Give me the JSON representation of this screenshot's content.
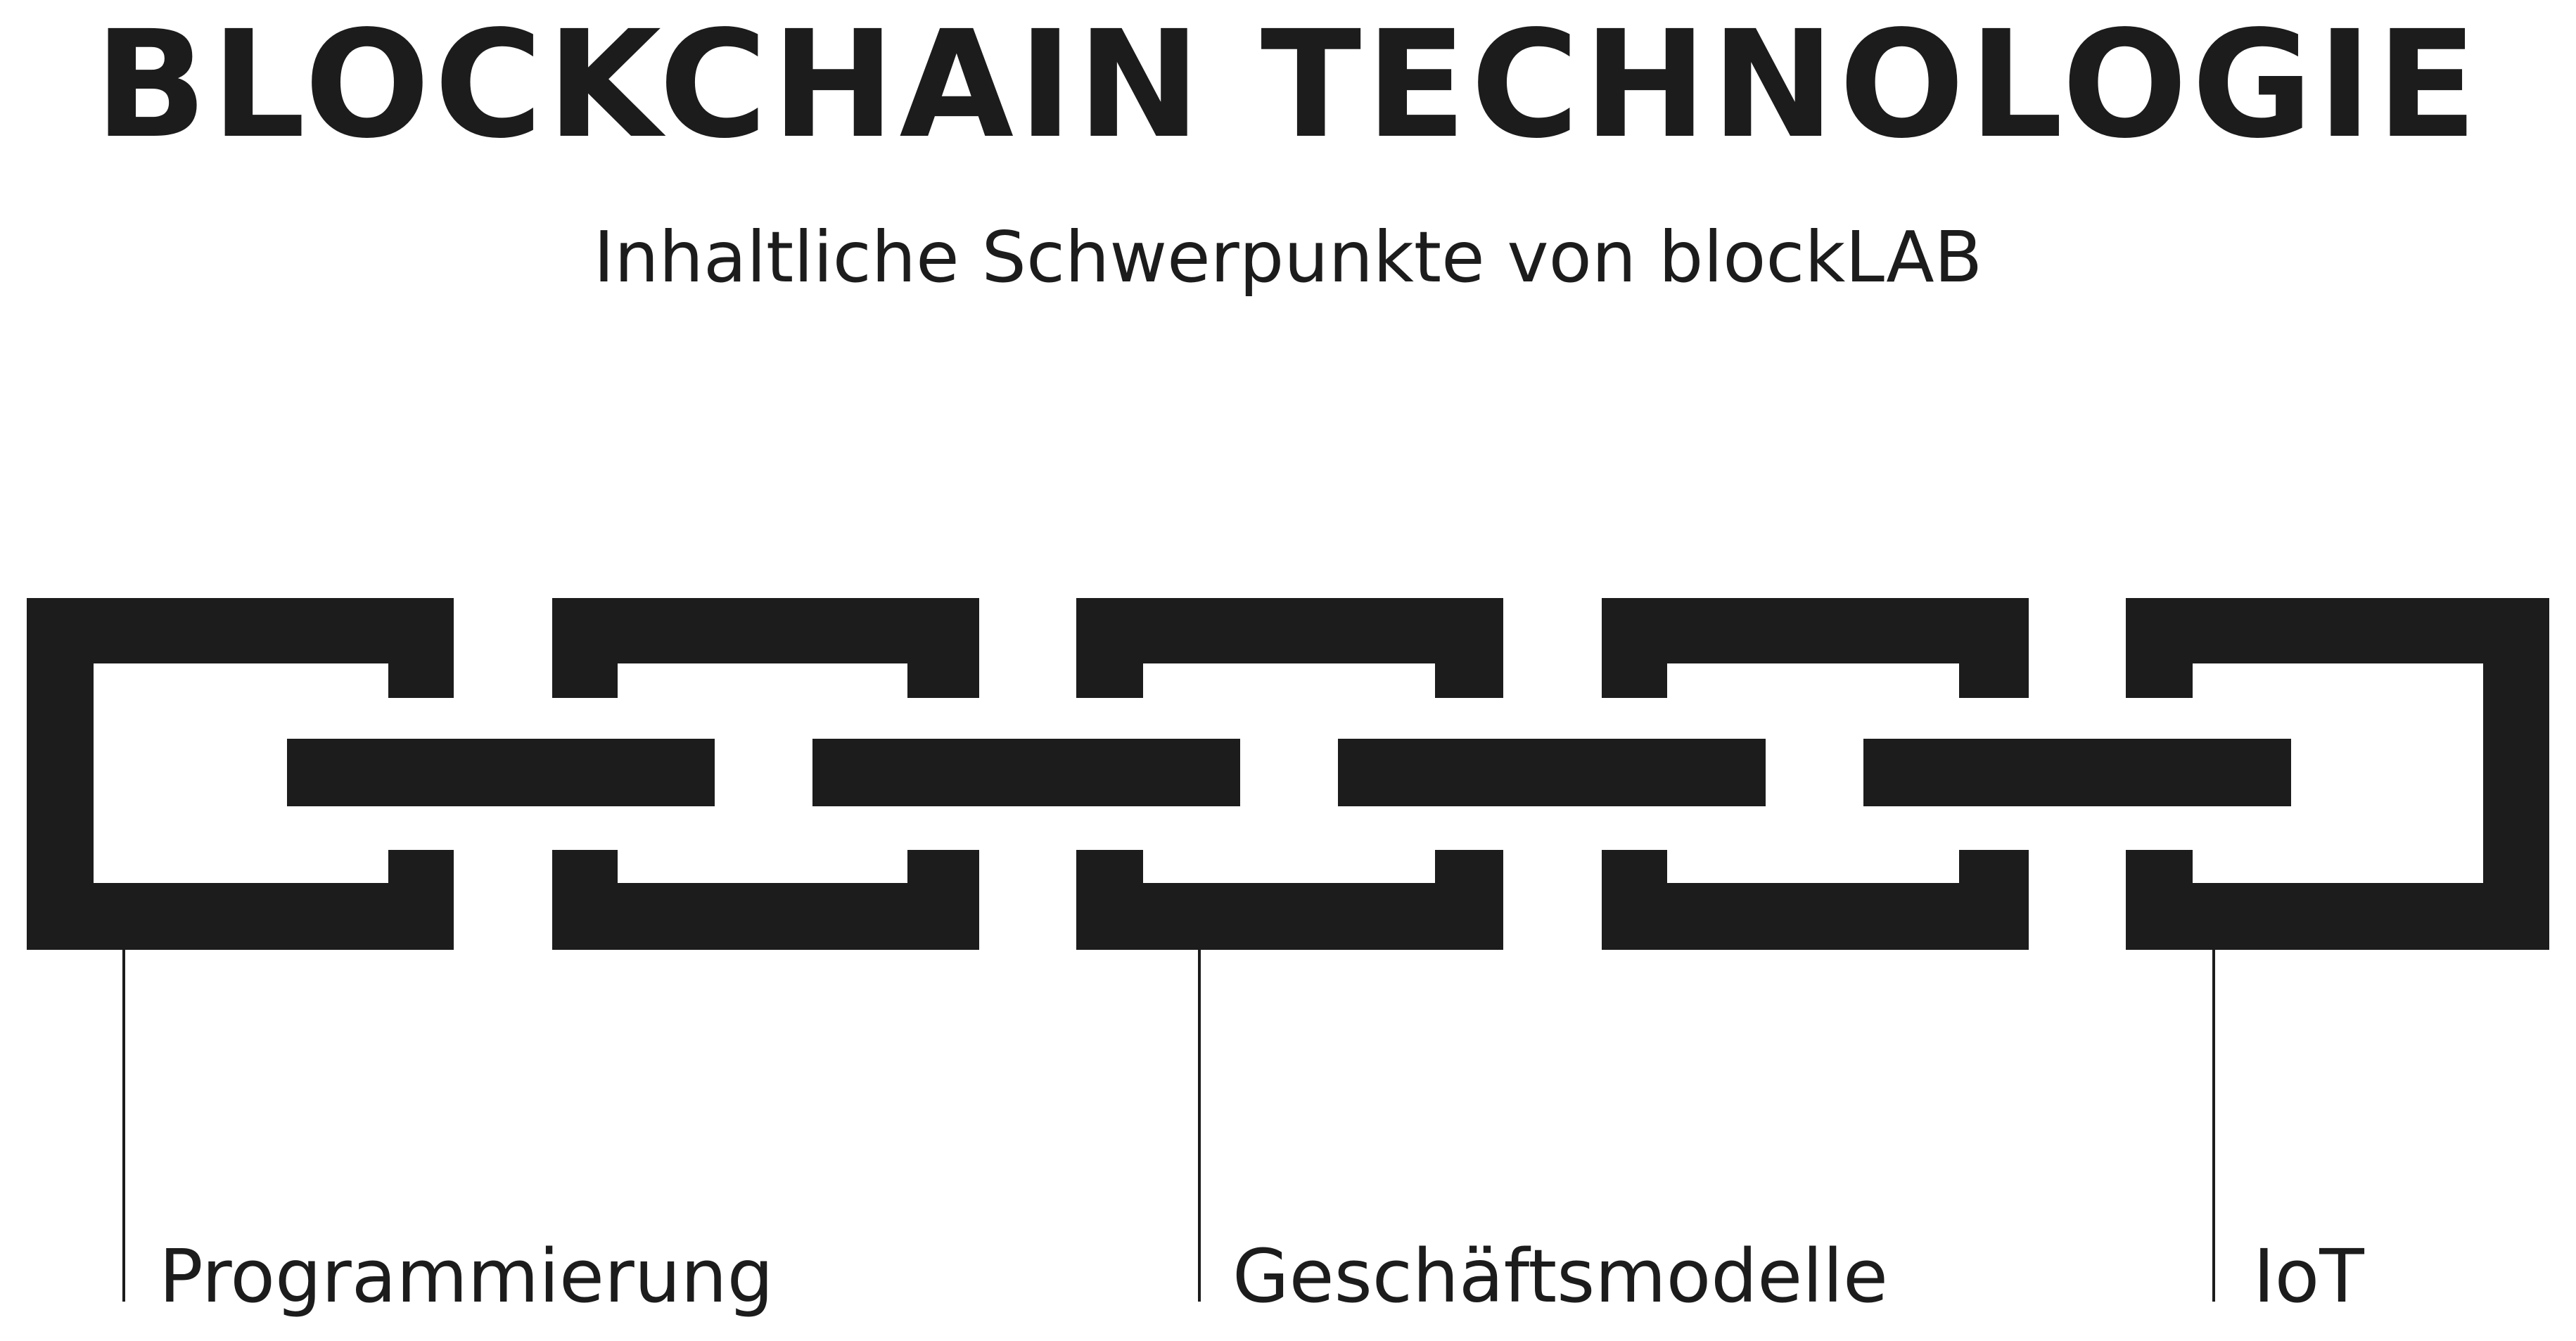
{
  "header": {
    "title": "BLOCKCHAIN TECHNOLOGIE",
    "subtitle": "Inhaltliche Schwerpunkte von blockLAB"
  },
  "diagram": {
    "chain_color": "#1c1c1c",
    "label_color": "#1c1c1c",
    "chain_links": 5,
    "labels": [
      "Programmierung",
      "Geschäftsmodelle",
      "IoT"
    ]
  }
}
